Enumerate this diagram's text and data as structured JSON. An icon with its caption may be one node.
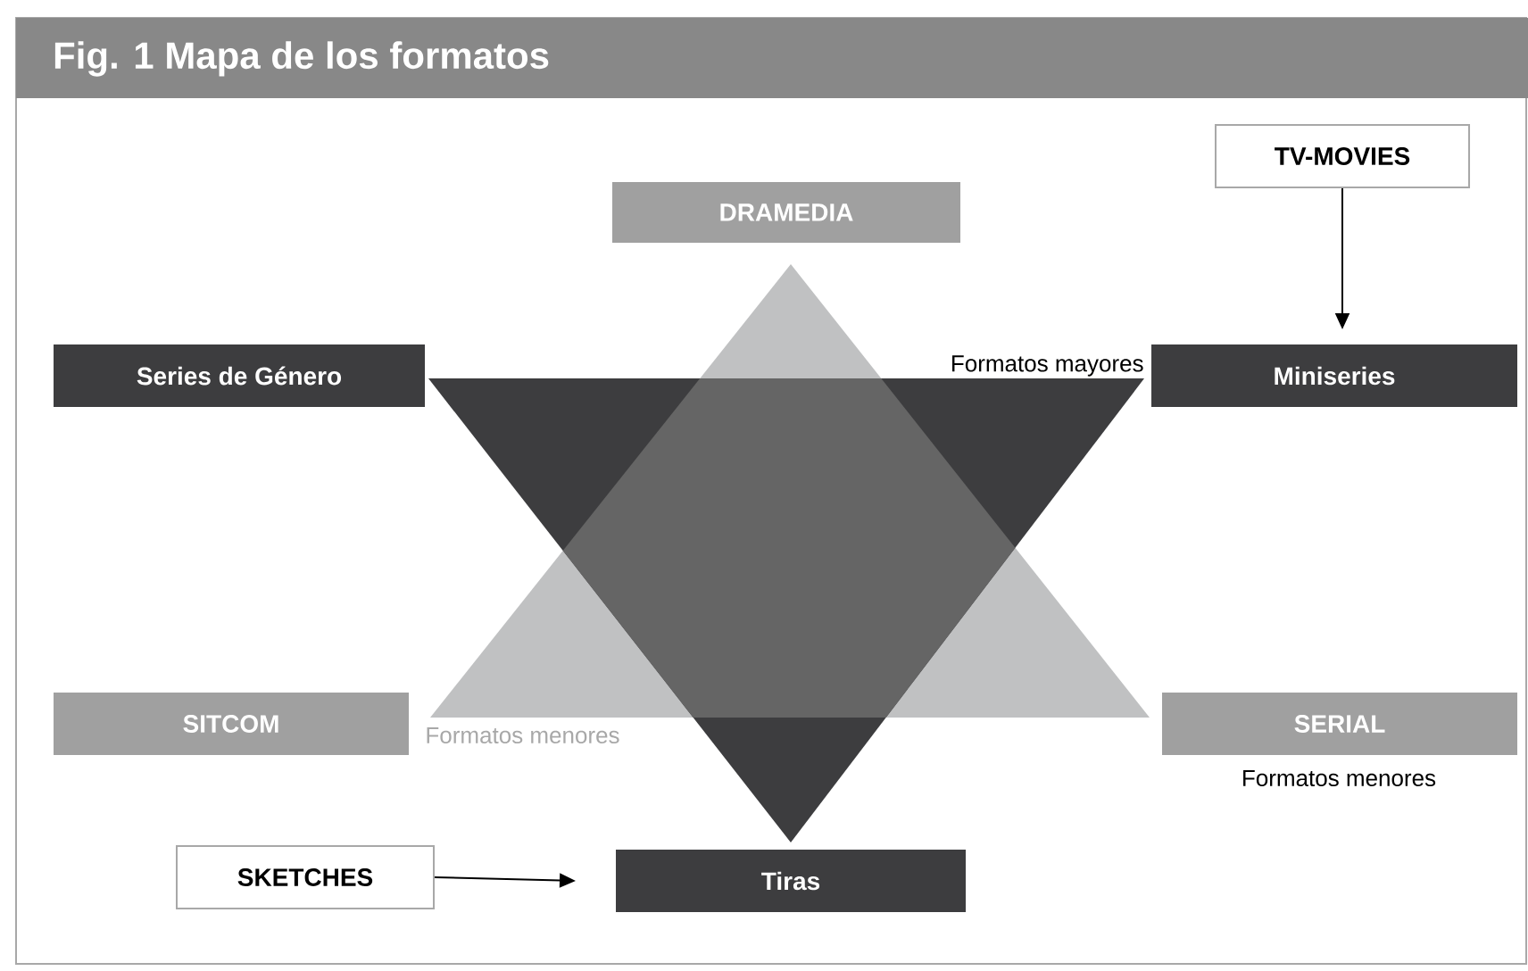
{
  "diagram": {
    "title": "Fig. 1 Mapa de los formatos",
    "nodes": [
      {
        "text": [
          "DRAMEDIA"
        ]
      },
      {
        "text": [
          "TV-MOVIES"
        ]
      },
      {
        "text": [
          "Series de Género"
        ]
      },
      {
        "text": [
          "Miniseries"
        ],
        "beside": [
          "Formatos mayores"
        ]
      },
      {
        "text": [
          "SITCOM"
        ],
        "beside": [
          "Formatos menores"
        ]
      },
      {
        "text": [
          "SERIAL"
        ],
        "beside": [
          "Formatos menores"
        ]
      },
      {
        "text": [
          "SKETCHES"
        ]
      },
      {
        "text": [
          "Tiras"
        ]
      }
    ],
    "edges": [
      {
        "from": 1,
        "to": 3,
        "arrow": "to"
      },
      {
        "from": 6,
        "to": 7,
        "arrow": "to"
      }
    ]
  }
}
